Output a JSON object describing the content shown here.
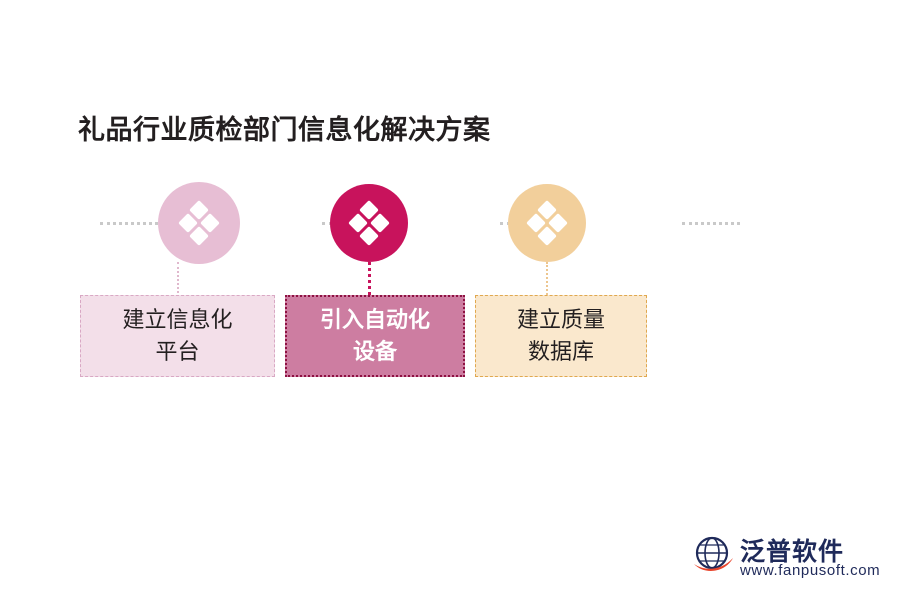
{
  "title": "礼品行业质检部门信息化解决方案",
  "timeline": {
    "nodes": [
      {
        "id": "node-1",
        "icon": "four-diamonds-icon",
        "color": "#e7bed4"
      },
      {
        "id": "node-2",
        "icon": "four-diamonds-icon",
        "color": "#c8135c"
      },
      {
        "id": "node-3",
        "icon": "four-diamonds-icon",
        "color": "#f2cf9b"
      }
    ],
    "markers": [
      {
        "id": "marker-1",
        "color": "#e8c2d4"
      },
      {
        "id": "marker-2",
        "color": "#c8135c"
      }
    ]
  },
  "boxes": [
    {
      "line1": "建立信息化",
      "line2": "平台",
      "fill": "#f3dfe9",
      "border": "#d9a8c4",
      "text_color": "#231f20"
    },
    {
      "line1": "引入自动化",
      "line2": "设备",
      "fill": "#cd7da1",
      "border": "#8e1142",
      "text_color": "#ffffff"
    },
    {
      "line1": "建立质量",
      "line2": "数据库",
      "fill": "#fae8cd",
      "border": "#e0a84f",
      "text_color": "#231f20"
    }
  ],
  "logo": {
    "name": "泛普软件",
    "url": "www.fanpusoft.com",
    "color": "#1f2a5a"
  }
}
